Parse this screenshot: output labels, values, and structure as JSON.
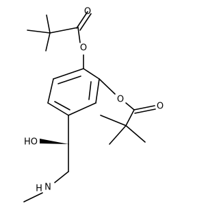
{
  "molecule": {
    "atoms": {
      "o_ester_top_carbonyl": "O",
      "o_ester_top_link": "O",
      "o_ester_right_link": "O",
      "o_ester_right_carbonyl": "O",
      "hydroxyl": "HO",
      "amine": "N",
      "amine_hydrogen": "H"
    },
    "stereo": {
      "chiral_center": "wedge-bond"
    },
    "colors": {
      "bond": "#000000",
      "label": "#000000",
      "background": "#ffffff"
    }
  }
}
